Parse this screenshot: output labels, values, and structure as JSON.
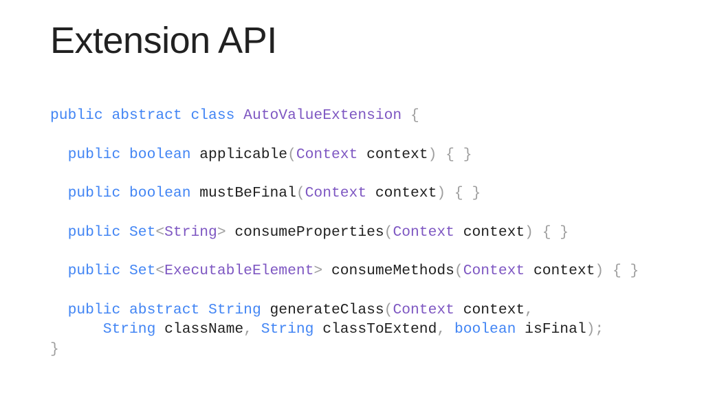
{
  "title": "Extension API",
  "colors": {
    "keyword": "#4285f4",
    "type": "#7e57c2",
    "punctuation": "#9e9e9e",
    "plain": "#212121",
    "background": "#ffffff"
  },
  "code_lines": [
    [
      [
        "kw",
        "public abstract class "
      ],
      [
        "typ",
        "AutoValueExtension"
      ],
      [
        "pun",
        " {"
      ]
    ],
    [],
    [
      [
        "pln",
        "  "
      ],
      [
        "kw",
        "public boolean "
      ],
      [
        "pln",
        "applicable"
      ],
      [
        "pun",
        "("
      ],
      [
        "typ",
        "Context"
      ],
      [
        "pln",
        " context"
      ],
      [
        "pun",
        ") { }"
      ]
    ],
    [],
    [
      [
        "pln",
        "  "
      ],
      [
        "kw",
        "public boolean "
      ],
      [
        "pln",
        "mustBeFinal"
      ],
      [
        "pun",
        "("
      ],
      [
        "typ",
        "Context"
      ],
      [
        "pln",
        " context"
      ],
      [
        "pun",
        ") { }"
      ]
    ],
    [],
    [
      [
        "pln",
        "  "
      ],
      [
        "kw",
        "public "
      ],
      [
        "kw",
        "Set"
      ],
      [
        "pun",
        "<"
      ],
      [
        "typ",
        "String"
      ],
      [
        "pun",
        ">"
      ],
      [
        "pln",
        " consumeProperties"
      ],
      [
        "pun",
        "("
      ],
      [
        "typ",
        "Context"
      ],
      [
        "pln",
        " context"
      ],
      [
        "pun",
        ") { }"
      ]
    ],
    [],
    [
      [
        "pln",
        "  "
      ],
      [
        "kw",
        "public "
      ],
      [
        "kw",
        "Set"
      ],
      [
        "pun",
        "<"
      ],
      [
        "typ",
        "ExecutableElement"
      ],
      [
        "pun",
        ">"
      ],
      [
        "pln",
        " consumeMethods"
      ],
      [
        "pun",
        "("
      ],
      [
        "typ",
        "Context"
      ],
      [
        "pln",
        " context"
      ],
      [
        "pun",
        ") { }"
      ]
    ],
    [],
    [
      [
        "pln",
        "  "
      ],
      [
        "kw",
        "public abstract "
      ],
      [
        "kw",
        "String"
      ],
      [
        "pln",
        " generateClass"
      ],
      [
        "pun",
        "("
      ],
      [
        "typ",
        "Context"
      ],
      [
        "pln",
        " context"
      ],
      [
        "pun",
        ","
      ]
    ],
    [
      [
        "pln",
        "      "
      ],
      [
        "kw",
        "String"
      ],
      [
        "pln",
        " className"
      ],
      [
        "pun",
        ", "
      ],
      [
        "kw",
        "String"
      ],
      [
        "pln",
        " classToExtend"
      ],
      [
        "pun",
        ", "
      ],
      [
        "kw",
        "boolean"
      ],
      [
        "pln",
        " isFinal"
      ],
      [
        "pun",
        ");"
      ]
    ],
    [
      [
        "pun",
        "}"
      ]
    ]
  ]
}
